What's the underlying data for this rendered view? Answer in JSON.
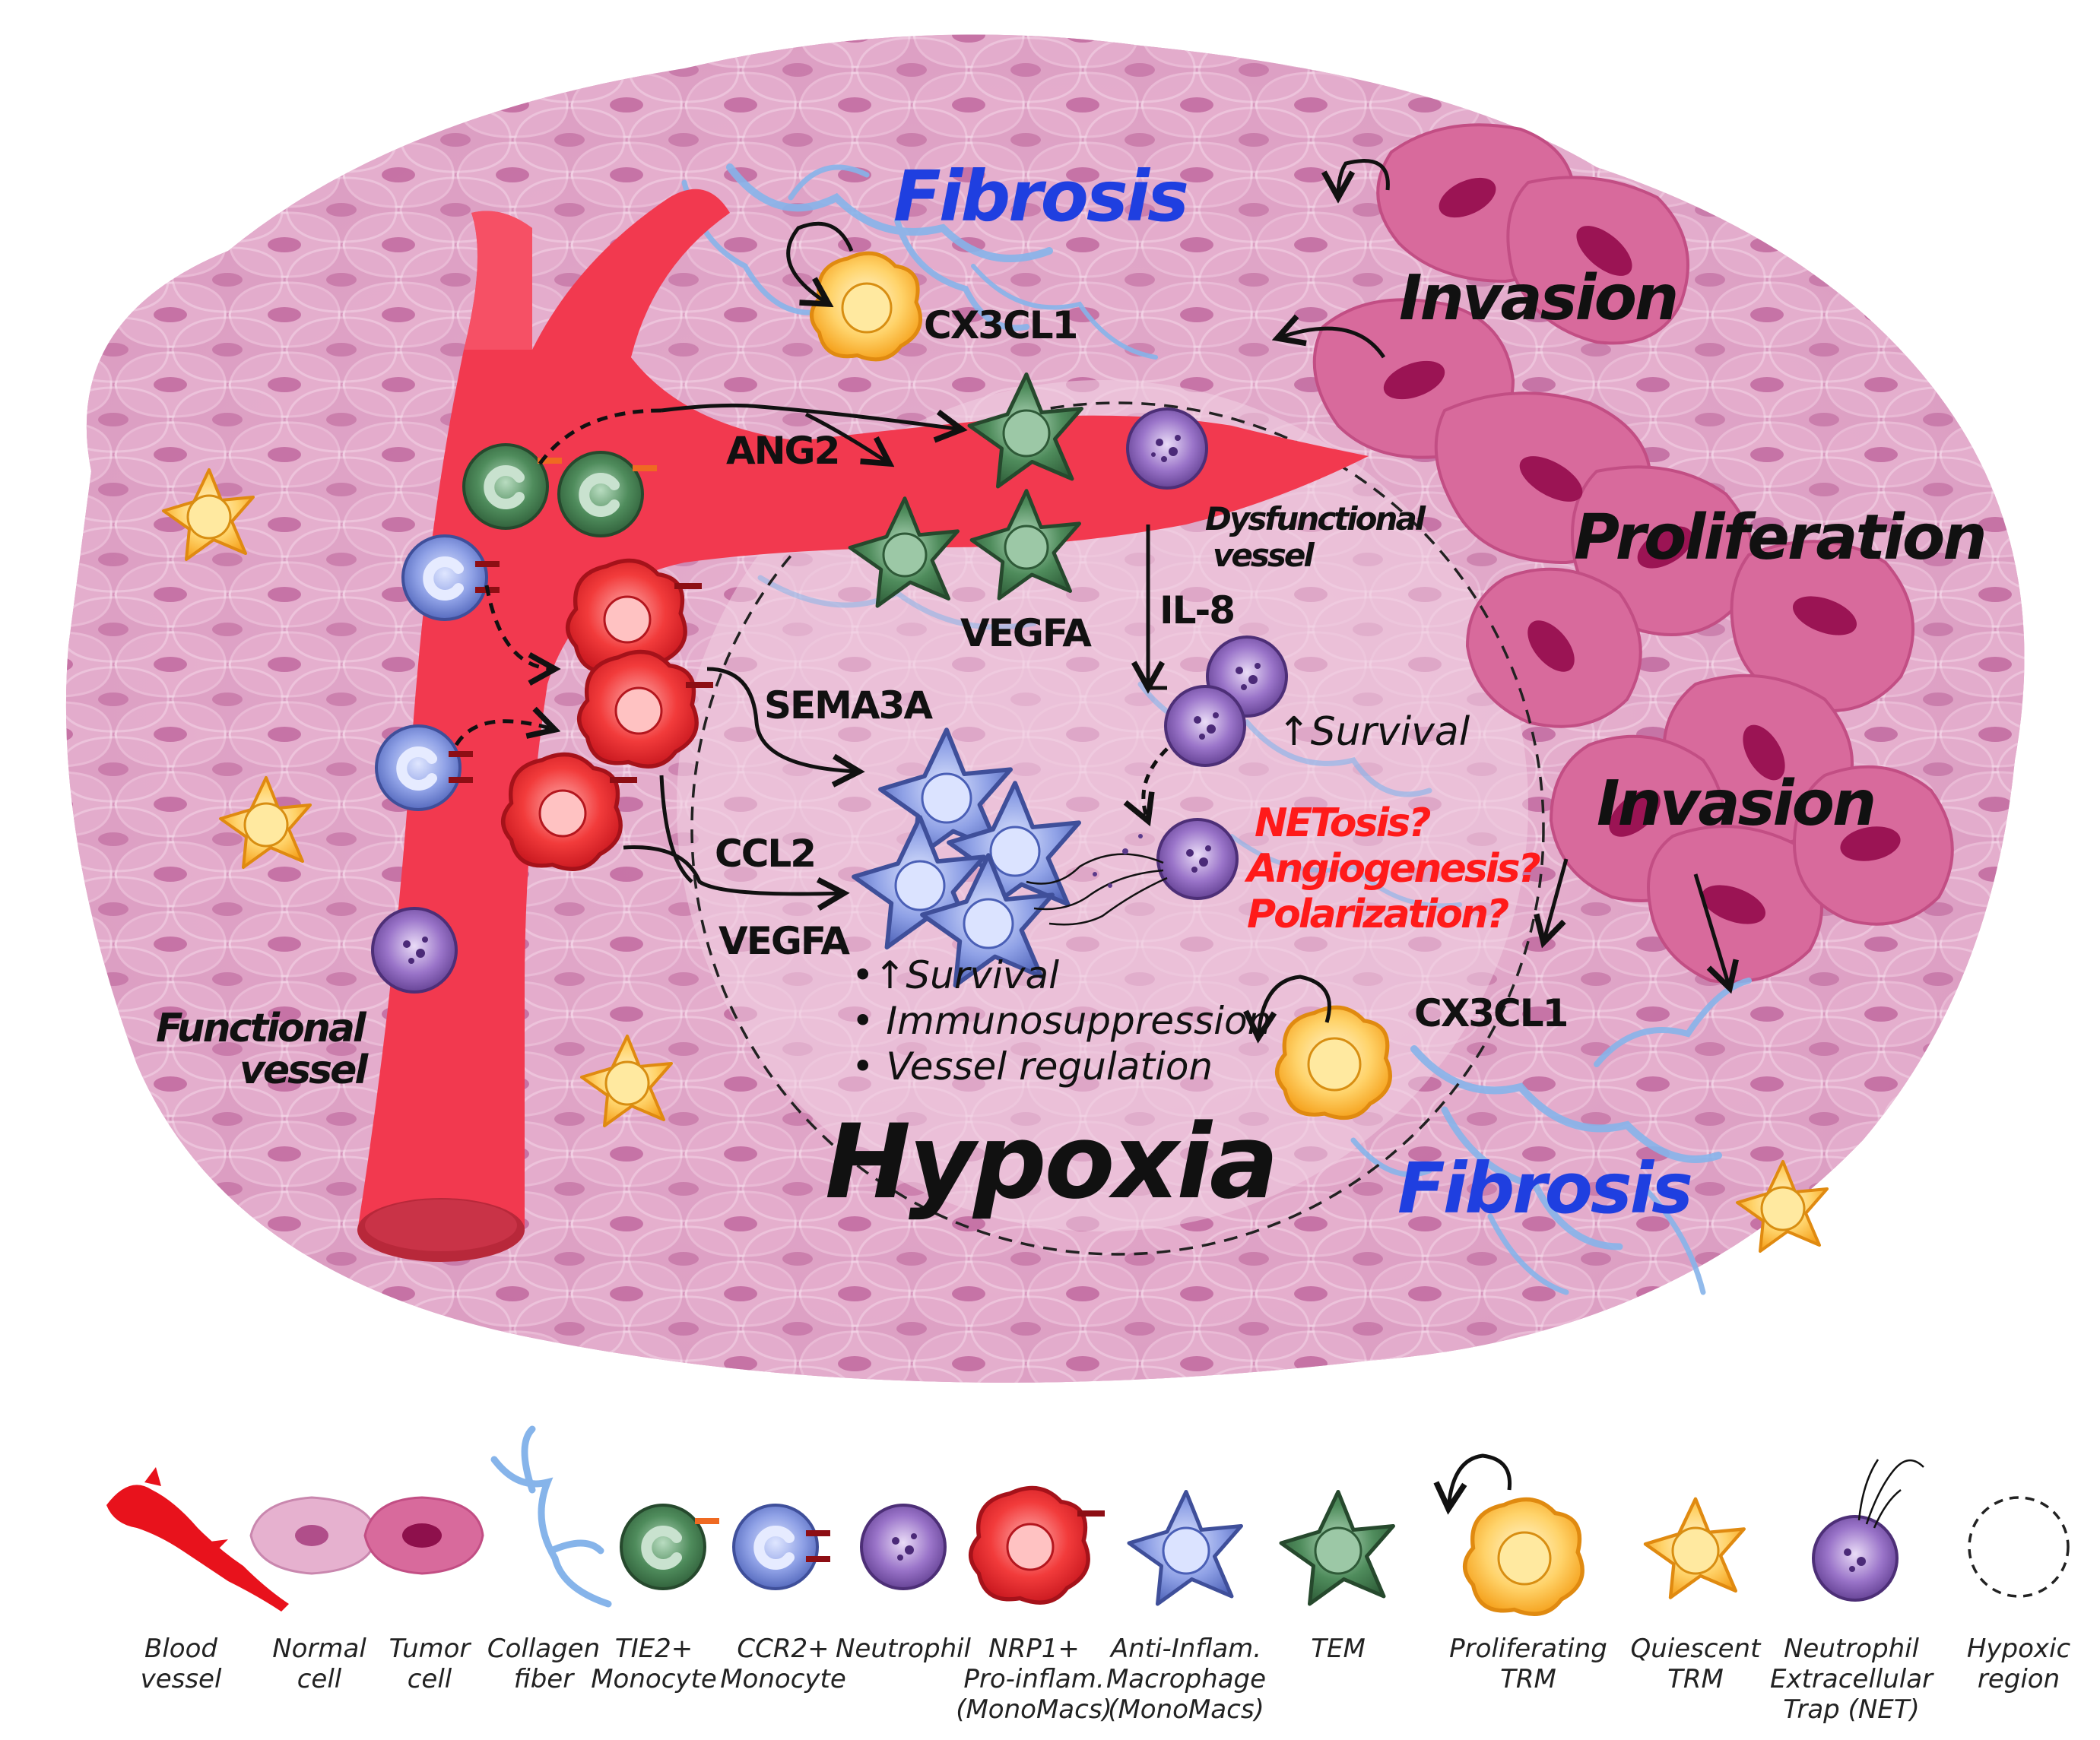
{
  "colors": {
    "tissue": "#dfa3c7",
    "tissue_dark": "#c57faa",
    "normal_cell": "#e9b6d3",
    "tumor_cell": "#d45f93",
    "tumor_nucleus": "#9e1456",
    "vessel": "#f2384f",
    "collagen": "#7fb0ea",
    "tie2_monocyte": "#3e7a4b",
    "ccr2_monocyte": "#5a73c7",
    "neutrophil": "#7b54b0",
    "nrp1_macrophage": "#e8252b",
    "anti_inflam_macrophage": "#5d75c4",
    "tem": "#3f7a4a",
    "trm": "#f7a81c",
    "question_text": "#ff1a1a",
    "fibrosis_text": "#1f3fe0"
  },
  "labels": {
    "fibrosis_top": "Fibrosis",
    "fibrosis_bottom": "Fibrosis",
    "invasion_top": "Invasion",
    "invasion_mid": "Invasion",
    "proliferation": "Proliferation",
    "hypoxia": "Hypoxia",
    "cx3cl1_top": "CX3CL1",
    "cx3cl1_bottom": "CX3CL1",
    "ang2": "ANG2",
    "vegfa_top": "VEGFA",
    "vegfa_bottom": "VEGFA",
    "il8": "IL-8",
    "sema3a": "SEMA3A",
    "ccl2": "CCL2",
    "dysfunctional_vessel_1": "Dysfunctional",
    "dysfunctional_vessel_2": "vessel",
    "functional_vessel_1": "Functional",
    "functional_vessel_2": "vessel",
    "survival_neutrophil": "↑Survival",
    "questions": [
      "NETosis?",
      "Angiogenesis?",
      "Polarization?"
    ],
    "effects": [
      "•↑Survival",
      "• Immunosuppression",
      "• Vessel regulation"
    ]
  },
  "legend": [
    {
      "key": "blood-vessel",
      "lines": [
        "Blood",
        "vessel"
      ]
    },
    {
      "key": "normal-cell",
      "lines": [
        "Normal",
        "cell"
      ]
    },
    {
      "key": "tumor-cell",
      "lines": [
        "Tumor",
        "cell"
      ]
    },
    {
      "key": "collagen-fiber",
      "lines": [
        "Collagen",
        "fiber"
      ]
    },
    {
      "key": "tie2-monocyte",
      "lines": [
        "TIE2+",
        "Monocyte"
      ]
    },
    {
      "key": "ccr2-monocyte",
      "lines": [
        "CCR2+",
        "Monocyte"
      ]
    },
    {
      "key": "neutrophil",
      "lines": [
        "Neutrophil"
      ]
    },
    {
      "key": "nrp1-macrophage",
      "lines": [
        "NRP1+",
        "Pro-inflam.",
        "(MonoMacs)"
      ]
    },
    {
      "key": "anti-inflam-macrophage",
      "lines": [
        "Anti-Inflam.",
        "Macrophage",
        "(MonoMacs)"
      ]
    },
    {
      "key": "tem",
      "lines": [
        "TEM"
      ]
    },
    {
      "key": "proliferating-trm",
      "lines": [
        "Proliferating",
        "TRM"
      ]
    },
    {
      "key": "quiescent-trm",
      "lines": [
        "Quiescent",
        "TRM"
      ]
    },
    {
      "key": "net",
      "lines": [
        "Neutrophil",
        "Extracellular",
        "Trap (NET)"
      ]
    },
    {
      "key": "hypoxic-region",
      "lines": [
        "Hypoxic",
        "region"
      ]
    }
  ]
}
